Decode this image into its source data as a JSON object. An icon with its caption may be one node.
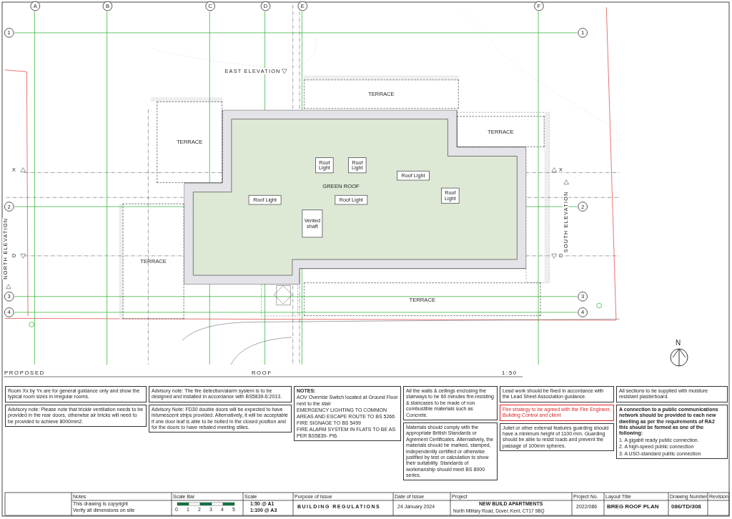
{
  "diagram": {
    "title": "BREG ROOF PLAN",
    "nodes": [
      {
        "text": [
          "TERRACE"
        ]
      },
      {
        "text": [
          "TERRACE"
        ]
      },
      {
        "text": [
          "TERRACE"
        ]
      },
      {
        "text": [
          "GREEN ROOF"
        ]
      },
      {
        "text": [
          "Roof Light"
        ],
        "in": 3
      },
      {
        "text": [
          "Roof Light"
        ],
        "in": 3
      },
      {
        "text": [
          "Roof Light"
        ],
        "in": 3
      },
      {
        "text": [
          "Roof Light"
        ],
        "in": 3
      },
      {
        "text": [
          "Roof Light"
        ],
        "in": 3
      },
      {
        "text": [
          "Roof Light"
        ],
        "in": 3
      },
      {
        "text": [
          "Vented shaft"
        ],
        "in": 3
      },
      {
        "text": [
          "TERRACE"
        ]
      },
      {
        "text": [
          "TERRACE"
        ]
      }
    ],
    "edges": [],
    "labels": [
      "A",
      "B",
      "C",
      "D",
      "E",
      "F",
      "1",
      "1",
      "EAST ELEVATION",
      "X",
      "X",
      "2",
      "2",
      "SOUTH ELEVATION",
      "D",
      "D",
      "NORTH ELEVATION",
      "3",
      "3",
      "4",
      "4",
      "PROPOSED",
      "ROOF",
      "1:50",
      "N",
      "Room Xx by Yx are for general guidance only and show the typical room sizes in irregular rooms.",
      "Advisory note: The fire detection/alarm system is to be designed and installed in accordance with BS5839-6:2013.",
      "NOTES:",
      "AOV Override Switch located at Ground Floor next to the stair",
      "EMERGENCY LIGHTING TO COMMON AREAS AND ESCAPE ROUTE TO BS 5266",
      "FIRE SIGNAGE TO BS 5499",
      "FIRE ALARM SYSTEM IN FLATS TO BE AS PER BS5839- Pt6.",
      "All the walls & ceilings enclosing the stairways to be 60 minutes fire-resisting & staircases to be made of non combustible materials such as Concrete.",
      "Lead work should be fixed in accordance with the Lead Sheet Association guidance.",
      "Fire strategy to be agreed with the Fire Engineer, Building Control and client",
      "Juliet or other external features guarding should have a minimum height of 1100 mm. Guarding should be able to resist loads and prevent the passage of 100mm spheres.",
      "All sections to be supplied with moisture resistant plasterboard.",
      "Advisory note: Please note that trickle ventilation needs to be provided in the rear doors, otherwise air bricks will need to be provided to achieve 8000mm2.",
      "Advisory Note: FD30 double doors will be expected to have intumescent strips provided. Alternatively, it will be acceptable if one door leaf is able to be bolted in the closed position and for the doors to have rebated meeting stiles.",
      "Materials should comply with the appropriate British Standards or Agrément Certificates. Alternatively, the materials should be marked, stamped, independently certified or otherwise justified by test or calculation to show their suitability. Standards of workmanship should meet BS 8000 series.",
      "A connection to a public communications network should be provided to each new dwelling as per the requirements of RA2 this should be formed as one of the following:",
      "1. A gigabit ready public connection.",
      "2. A high-speed public connection",
      "3. A USO-standard public connection",
      "Notes",
      "This drawing is copyright",
      "Verify all dimensions on site",
      "Scale Bar",
      "0",
      "1",
      "2",
      "3",
      "4",
      "5",
      "Scale",
      "1:50 @ A1",
      "1:100 @ A3",
      "Purpose of Issue",
      "BUILDING REGULATIONS",
      "Date of Issue",
      "24 January 2024",
      "Project",
      "NEW BUILD APARTMENTS",
      "North Military Road, Dover, Kent, CT17 9BQ",
      "Project No.",
      "2022/086",
      "Layout Title",
      "Drawing Number",
      "086/TD/308",
      "Revision"
    ]
  }
}
